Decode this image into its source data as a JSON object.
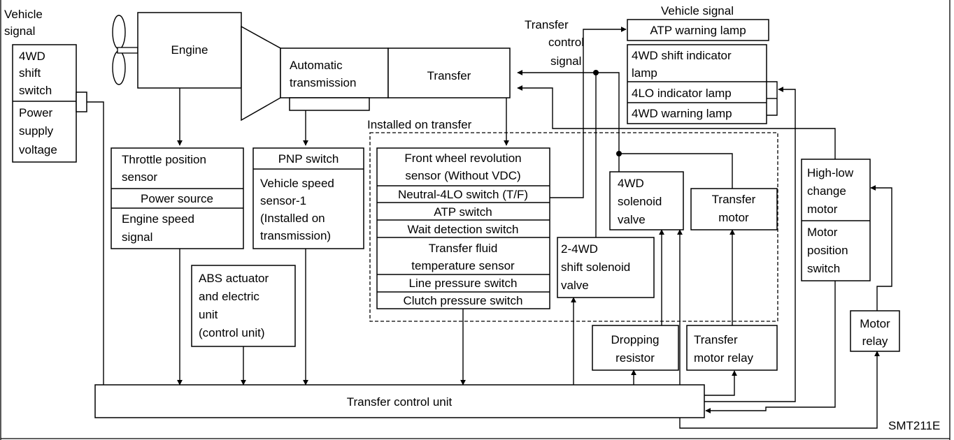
{
  "figure_code": "SMT211E",
  "vehicle_signal_left": [
    "Vehicle",
    "signal"
  ],
  "vehicle_signal_right": "Vehicle signal",
  "transfer_control_signal": [
    "Transfer",
    "control",
    "signal"
  ],
  "installed_on_transfer": "Installed on transfer",
  "engine": "Engine",
  "automatic_transmission": [
    "Automatic",
    "transmission"
  ],
  "transfer": "Transfer",
  "switch_4wd": {
    "shift_switch": [
      "4WD",
      "shift",
      "switch"
    ],
    "power_supply": [
      "Power",
      "supply",
      "voltage"
    ]
  },
  "throttle_group": {
    "throttle_position": [
      "Throttle position",
      "sensor"
    ],
    "power_source": "Power source",
    "engine_speed": [
      "Engine speed",
      "signal"
    ]
  },
  "pnp_group": {
    "pnp_switch": "PNP switch",
    "vehicle_speed": [
      "Vehicle speed",
      "sensor-1",
      "(Installed on",
      "transmission)"
    ]
  },
  "abs_unit": [
    "ABS actuator",
    "and electric",
    "unit",
    "(control unit)"
  ],
  "transfer_sensors": [
    [
      "Front wheel revolution",
      "sensor (Without VDC)"
    ],
    [
      "Neutral-4LO switch (T/F)"
    ],
    [
      "ATP switch"
    ],
    [
      "Wait detection switch"
    ],
    [
      "Transfer fluid",
      "temperature sensor"
    ],
    [
      "Line pressure switch"
    ],
    [
      "Clutch pressure switch"
    ]
  ],
  "solenoid_4wd": [
    "4WD",
    "solenoid",
    "valve"
  ],
  "transfer_motor": [
    "Transfer",
    "motor"
  ],
  "shift_solenoid_24wd": [
    "2-4WD",
    "shift solenoid",
    "valve"
  ],
  "dropping_resistor": [
    "Dropping",
    "resistor"
  ],
  "transfer_motor_relay": [
    "Transfer",
    "motor relay"
  ],
  "high_low_group": {
    "motor": [
      "High-low",
      "change",
      "motor"
    ],
    "position_switch": [
      "Motor",
      "position",
      "switch"
    ]
  },
  "motor_relay": [
    "Motor",
    "relay"
  ],
  "atp_warning_lamp": "ATP warning lamp",
  "indicator_lamps": [
    [
      "4WD shift indicator",
      "lamp"
    ],
    [
      "4LO indicator lamp"
    ],
    [
      "4WD warning lamp"
    ]
  ],
  "transfer_control_unit": "Transfer control unit"
}
